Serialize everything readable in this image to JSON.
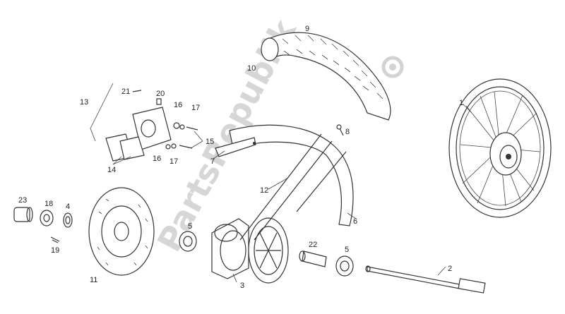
{
  "watermark": {
    "text": "PartsRepublik"
  },
  "callouts": [
    "1",
    "2",
    "3",
    "4",
    "5",
    "5",
    "6",
    "7",
    "8",
    "9",
    "10",
    "11",
    "12",
    "13",
    "14",
    "15",
    "16",
    "16",
    "17",
    "17",
    "18",
    "19",
    "20",
    "21",
    "22",
    "23"
  ]
}
